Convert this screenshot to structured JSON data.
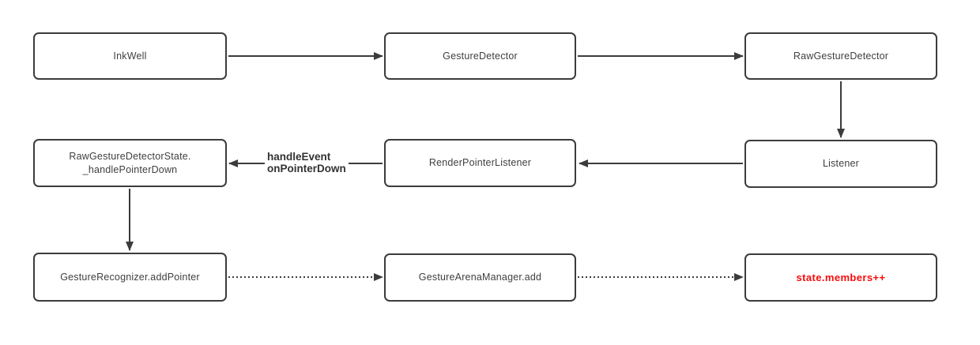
{
  "diagram": {
    "colors": {
      "line": "#3c3c3c",
      "box_border": "#3c3c3c",
      "text": "#3f3f3f",
      "highlight_red": "#fa0b0b",
      "background": "#ffffff"
    },
    "nodes": {
      "inkwell": {
        "label": "InkWell"
      },
      "gestureDetector": {
        "label": "GestureDetector"
      },
      "rawGestureDetector": {
        "label": "RawGestureDetector"
      },
      "rawGestureDetectorState": {
        "label_line1": "RawGestureDetectorState.",
        "label_line2": "_handlePointerDown"
      },
      "renderPointerListener": {
        "label": "RenderPointerListener"
      },
      "listener": {
        "label": "Listener"
      },
      "gestureRecognizerAddPointer": {
        "label": "GestureRecognizer.addPointer"
      },
      "gestureArenaManagerAdd": {
        "label": "GestureArenaManager.add"
      },
      "stateMembers": {
        "label": "state.members++"
      }
    },
    "edge_labels": {
      "handle_event": {
        "line1": "handleEvent",
        "line2": "onPointerDown"
      }
    },
    "edges": [
      {
        "from": "InkWell",
        "to": "GestureDetector",
        "style": "solid"
      },
      {
        "from": "GestureDetector",
        "to": "RawGestureDetector",
        "style": "solid"
      },
      {
        "from": "RawGestureDetector",
        "to": "Listener",
        "style": "solid"
      },
      {
        "from": "Listener",
        "to": "RenderPointerListener",
        "style": "solid"
      },
      {
        "from": "RenderPointerListener",
        "to": "RawGestureDetectorState._handlePointerDown",
        "style": "solid",
        "label": "handleEvent onPointerDown"
      },
      {
        "from": "RawGestureDetectorState._handlePointerDown",
        "to": "GestureRecognizer.addPointer",
        "style": "solid"
      },
      {
        "from": "GestureRecognizer.addPointer",
        "to": "GestureArenaManager.add",
        "style": "dotted"
      },
      {
        "from": "GestureArenaManager.add",
        "to": "state.members++",
        "style": "dotted"
      }
    ]
  }
}
